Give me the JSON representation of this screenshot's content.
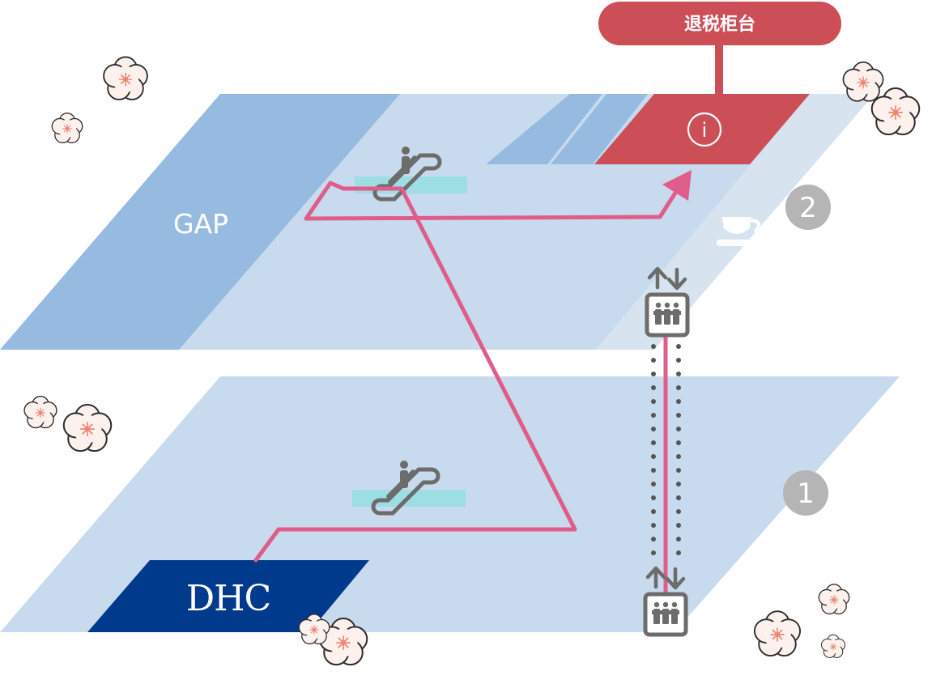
{
  "callout": {
    "label": "退税柜台"
  },
  "stores": {
    "gap": "GAP",
    "dhc": "DHC"
  },
  "floors": {
    "upper": "2",
    "lower": "1"
  },
  "info_marker": "i",
  "colors": {
    "floor_plate": "#c8daee",
    "store_block": "#97bbe0",
    "counter": "#cc4f57",
    "route": "#e05c8a",
    "escalator_pad": "#9ddde4",
    "icon_gray": "#6c6c6c",
    "badge_gray": "#b5b5b5",
    "dhc_brand": "#003a8c"
  },
  "icons": {
    "escalator": "escalator-icon",
    "elevator": "elevator-icon",
    "cafe": "coffee-cup-icon",
    "info": "info-icon",
    "decoration": "cherry-blossom-icon"
  }
}
